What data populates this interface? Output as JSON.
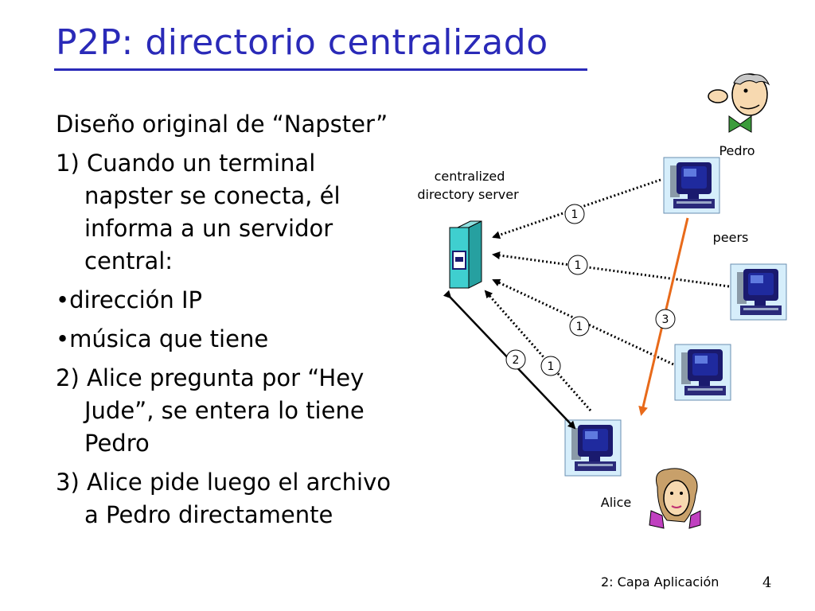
{
  "slide": {
    "title": "P2P: directorio centralizado",
    "bullets": [
      "Diseño original de “Napster”",
      "1) Cuando un terminal napster se conecta, él informa a un servidor central:",
      "•dirección IP",
      "•música que tiene",
      "2) Alice pregunta por “Hey Jude”, se entera lo tiene Pedro",
      "3) Alice pide luego el archivo a Pedro directamente"
    ],
    "footer": "2: Capa Aplicación",
    "page_number": "4"
  },
  "diagram": {
    "server_label_line1": "centralized",
    "server_label_line2": "directory server",
    "peers_label": "peers",
    "pedro_label": "Pedro",
    "alice_label": "Alice",
    "step_labels": [
      "1",
      "1",
      "1",
      "1",
      "2",
      "3"
    ],
    "colors": {
      "title": "#2a2ab8",
      "step3_arrow": "#e86a1a",
      "server": "#3fcfcf",
      "monitor": "#1b1b8a"
    }
  }
}
